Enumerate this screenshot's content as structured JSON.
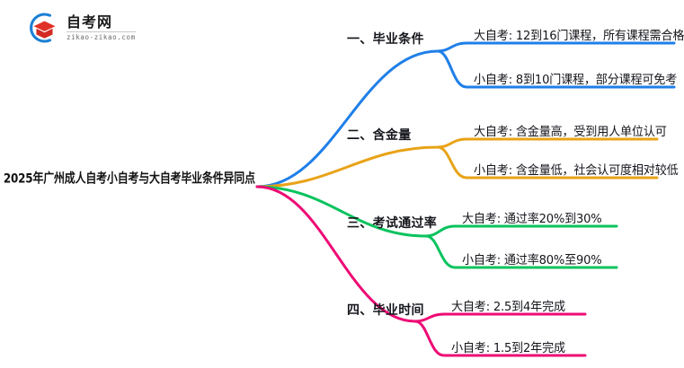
{
  "logo": {
    "name_cn": "自考网",
    "url": "zikao-zikao.com",
    "arc_color": "#1b7fd4",
    "cap_color": "#e03127"
  },
  "mindmap": {
    "root": {
      "label": "2025年广州成人自考小自考与大自考毕业条件异同点"
    },
    "branches": [
      {
        "label": "一、毕业条件",
        "color": "#1f7fe8",
        "children": [
          {
            "label": "大自考: 12到16门课程，所有课程需合格"
          },
          {
            "label": "小自考: 8到10门课程，部分课程可免考"
          }
        ]
      },
      {
        "label": "二、含金量",
        "color": "#e8a317",
        "children": [
          {
            "label": "大自考: 含金量高，受到用人单位认可"
          },
          {
            "label": "小自考: 含金量低，社会认可度相对较低"
          }
        ]
      },
      {
        "label": "三、考试通过率",
        "color": "#0ac35e",
        "children": [
          {
            "label": "大自考: 通过率20%到30%"
          },
          {
            "label": "小自考: 通过率80%至90%"
          }
        ]
      },
      {
        "label": "四、毕业时间",
        "color": "#ee0a74",
        "children": [
          {
            "label": "大自考: 2.5到4年完成"
          },
          {
            "label": "小自考: 1.5到2年完成"
          }
        ]
      }
    ]
  }
}
